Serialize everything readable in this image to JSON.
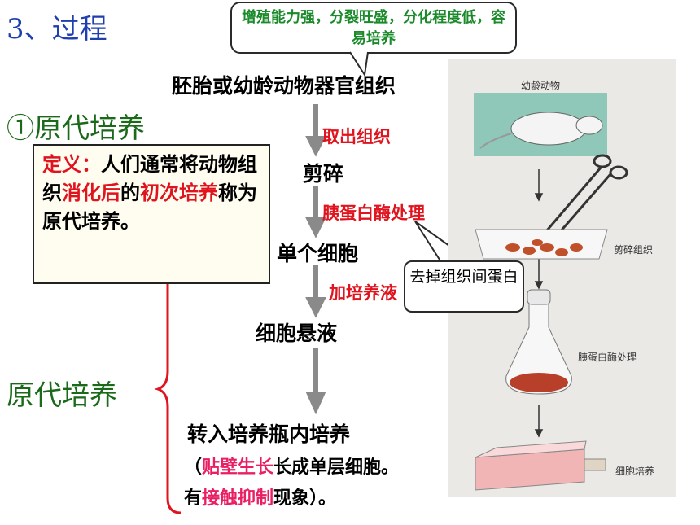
{
  "title": "3、过程",
  "callout_top": "增殖能力强，分裂旺盛，分化程度低，容易培养",
  "flow": {
    "step1": "胚胎或幼龄动物器官组织",
    "label1": "取出组织",
    "step2": "剪碎",
    "label2": "胰蛋白酶处理",
    "step3": "单个细胞",
    "label3": "加培养液",
    "step4": "细胞悬液",
    "step5": "转入培养瓶内培养"
  },
  "callout_mid": "去掉组织间蛋白",
  "primary_heading": "①原代培养",
  "definition": {
    "label": "定义：",
    "t1": "人们通常将动物组织",
    "h1": "消化后",
    "t2": "的",
    "h2": "初次培养",
    "t3": "称为原代培养。"
  },
  "brace_label": "原代培养",
  "note": {
    "open": "（",
    "h1": "贴壁生长",
    "t1": "长成单层细胞。",
    "t2": "有",
    "h2": "接触抑制",
    "t3": "现象）。"
  },
  "illustration": {
    "label1": "幼龄动物",
    "label2": "剪碎组织",
    "label3": "胰蛋白酶处理",
    "label4": "细胞培养"
  },
  "colors": {
    "title": "#1f3fb0",
    "green": "#1a8a2a",
    "red": "#e0141e",
    "pink": "#e91e63",
    "arrow": "#8a8a8a"
  }
}
